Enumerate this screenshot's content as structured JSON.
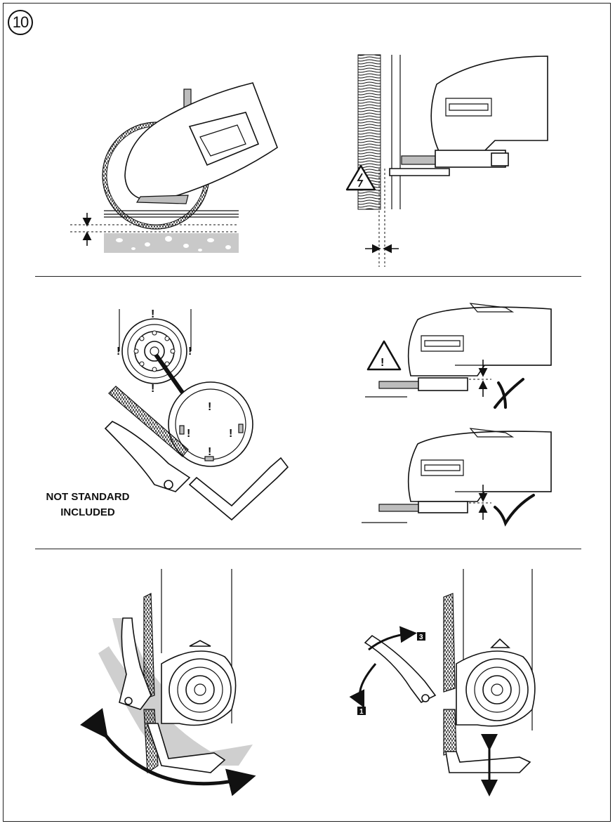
{
  "figure": {
    "step_number": "10",
    "note_lines": [
      "NOT STANDARD",
      "INCLUDED"
    ],
    "action_labels": {
      "label_1": "1",
      "label_3": "3"
    },
    "clamp_marks": "!",
    "warning_symbol": "!",
    "colors": {
      "ink": "#111111",
      "tool_grey": "#bdbdbd",
      "ghost_grey": "#cfcfcf",
      "surface_grey": "#c9c9c9"
    },
    "icons": [
      "warning-triangle-icon",
      "electric-warning-icon",
      "cross-mark-icon",
      "check-mark-icon"
    ]
  }
}
